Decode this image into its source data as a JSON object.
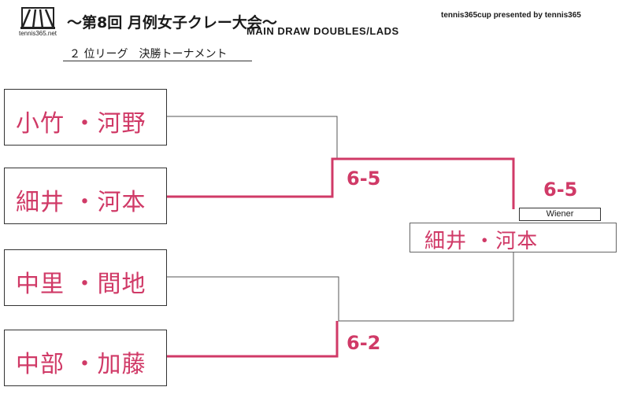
{
  "header": {
    "logo_text": "tennis365.net",
    "event_title": "～第8回 月例女子クレー大会～",
    "draw_title": "MAIN DRAW DOUBLES/LADS",
    "presented_by": "tennis365cup presented by tennis365",
    "subtitle": "２ 位リーグ　決勝トーナメント"
  },
  "bracket": {
    "teams": [
      {
        "name": "小竹 ・河野"
      },
      {
        "name": "細井 ・河本"
      },
      {
        "name": "中里 ・間地"
      },
      {
        "name": "中部 ・加藤"
      }
    ],
    "semifinal_scores": [
      "6-5",
      "6-2"
    ],
    "final_score": "6-5",
    "winner_label": "Wiener",
    "winner_name": "細井 ・河本"
  },
  "colors": {
    "ink_pink": "#d03a67",
    "line_gray": "#555555"
  }
}
